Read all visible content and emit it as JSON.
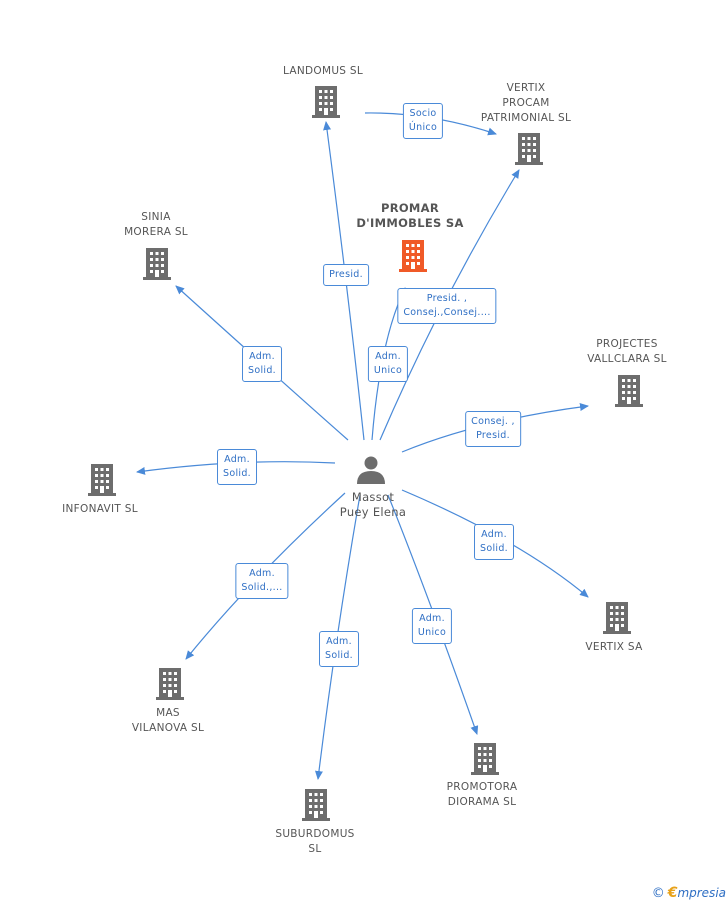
{
  "colors": {
    "edge": "#4a8ad8",
    "building": "#6d6d6d",
    "focus_building": "#f05a28",
    "person": "#6d6d6d"
  },
  "focus_company": {
    "label": "PROMAR\nD'IMMOBLES SA"
  },
  "person": {
    "label": "Massot\nPuey Elena",
    "icon": "person-icon"
  },
  "companies": [
    {
      "id": "landomus",
      "label": "LANDOMUS  SL",
      "icon": "building-icon"
    },
    {
      "id": "vertix_procam",
      "label": "VERTIX\nPROCAM\nPATRIMONIAL SL",
      "icon": "building-icon"
    },
    {
      "id": "sinia_morera",
      "label": "SINIA\nMORERA SL",
      "icon": "building-icon"
    },
    {
      "id": "projectes_vallclara",
      "label": "PROJECTES\nVALLCLARA SL",
      "icon": "building-icon"
    },
    {
      "id": "infonavit",
      "label": "INFONAVIT SL",
      "icon": "building-icon"
    },
    {
      "id": "vertix_sa",
      "label": "VERTIX SA",
      "icon": "building-icon"
    },
    {
      "id": "mas_vilanova",
      "label": "MAS\nVILANOVA SL",
      "icon": "building-icon"
    },
    {
      "id": "promotora_diorama",
      "label": "PROMOTORA\nDIORAMA SL",
      "icon": "building-icon"
    },
    {
      "id": "suburdomus",
      "label": "SUBURDOMUS\nSL",
      "icon": "building-icon"
    }
  ],
  "relations": [
    {
      "id": "rel_landomus",
      "label": "Presid."
    },
    {
      "id": "rel_vertix_procam",
      "label": "Presid. ,\nConsej.,Consej...."
    },
    {
      "id": "rel_focus",
      "label": "Adm.\nUnico"
    },
    {
      "id": "rel_sinia",
      "label": "Adm.\nSolid."
    },
    {
      "id": "rel_projectes",
      "label": "Consej. ,\nPresid."
    },
    {
      "id": "rel_infonavit",
      "label": "Adm.\nSolid."
    },
    {
      "id": "rel_vertix_sa",
      "label": "Adm.\nSolid."
    },
    {
      "id": "rel_mas_vilanova",
      "label": "Adm.\nSolid.,..."
    },
    {
      "id": "rel_suburdomus",
      "label": "Adm.\nSolid."
    },
    {
      "id": "rel_promotora",
      "label": "Adm.\nUnico"
    },
    {
      "id": "rel_landomus_vertix",
      "label": "Socio\nÚnico"
    }
  ],
  "watermark": {
    "copyright": "©",
    "brand_initial": "€",
    "brand_rest": "mpresia"
  }
}
